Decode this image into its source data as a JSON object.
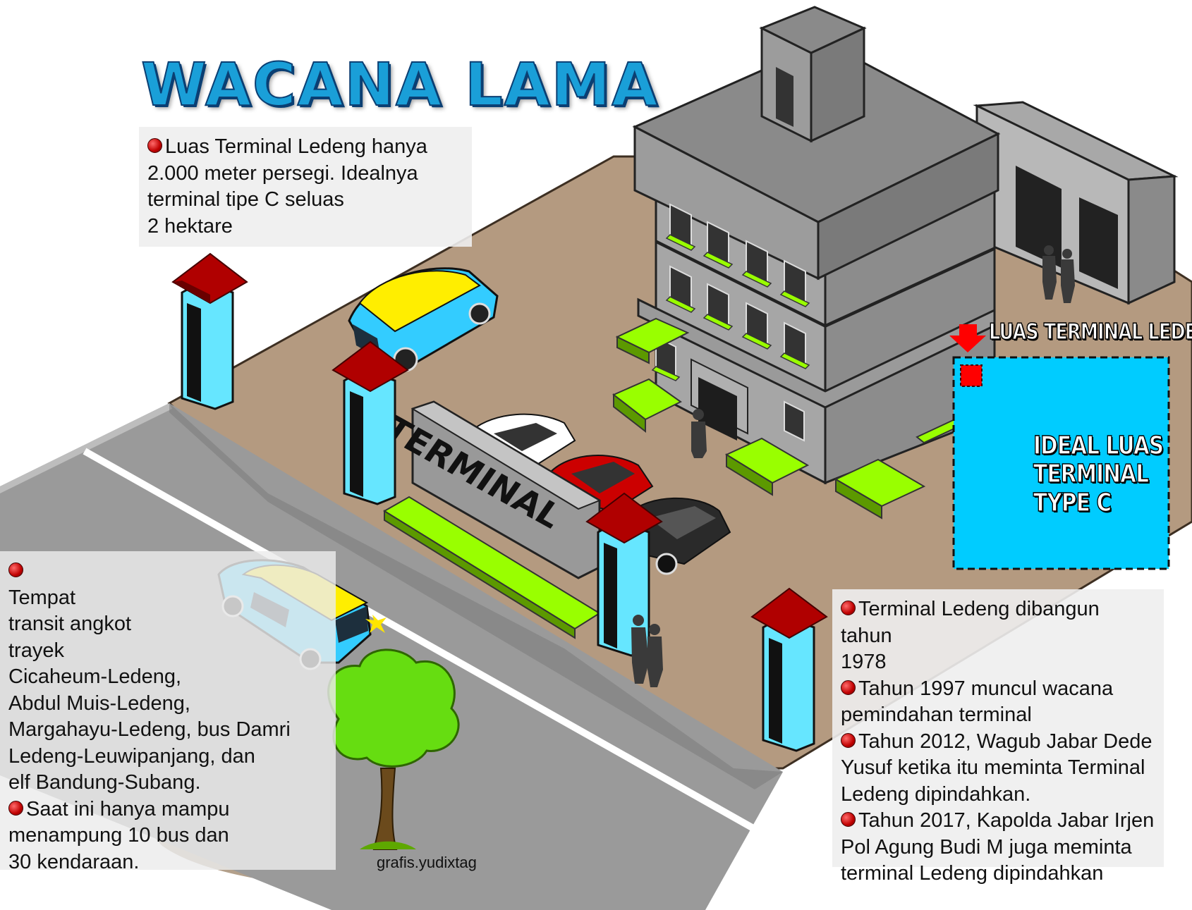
{
  "title": "WACANA LAMA",
  "sign_text": "TERMINAL",
  "legend": {
    "label_top": "LUAS TERMINAL LEDENG",
    "label_ideal": [
      "IDEAL LUAS",
      "TERMINAL",
      "TYPE C"
    ]
  },
  "panel_top": {
    "lines": [
      "Luas Terminal Ledeng hanya",
      "2.000 meter persegi. Idealnya",
      "terminal tipe C seluas",
      "2 hektare"
    ]
  },
  "panel_left": {
    "item1_lines": [
      "Tempat",
      "transit angkot",
      "trayek",
      "Cicaheum-Ledeng,",
      "Abdul Muis-Ledeng,",
      "Margahayu-Ledeng, bus Damri",
      "Ledeng-Leuwipanjang, dan",
      "elf Bandung-Subang."
    ],
    "item2_lines": [
      "Saat ini hanya mampu",
      "menampung 10 bus dan",
      "30 kendaraan."
    ]
  },
  "panel_right": {
    "items": [
      [
        "Terminal Ledeng dibangun tahun",
        "1978"
      ],
      [
        "Tahun 1997 muncul wacana",
        "pemindahan terminal"
      ],
      [
        "Tahun 2012, Wagub Jabar Dede",
        "Yusuf ketika itu meminta Terminal",
        "Ledeng dipindahkan."
      ],
      [
        "Tahun 2017, Kapolda Jabar Irjen",
        "Pol Agung Budi M juga meminta",
        "terminal Ledeng dipindahkan"
      ]
    ]
  },
  "credit": "grafis.yudixtag",
  "colors": {
    "ground": "#b49a80",
    "road": "#999999",
    "building": "#999999",
    "grass": "#99ff00",
    "pillar": "#66e6ff",
    "roof": "#b00000",
    "ideal_area": "#00ccff",
    "ledeng_area": "#ff0000",
    "angkot_body": "#33ccff",
    "angkot_roof": "#ffee00",
    "title": "#1a9fd8"
  }
}
